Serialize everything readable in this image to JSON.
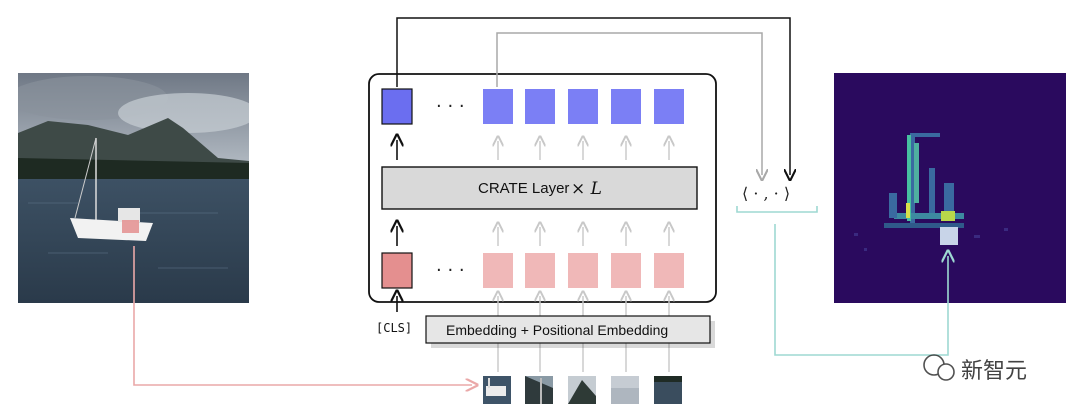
{
  "diagram": {
    "crate_label": "CRATE Layer",
    "crate_symbol": "× L",
    "embedding_label": "Embedding + Positional Embedding",
    "cls_label": "[CLS]",
    "ellipsis": "· · ·",
    "inner_product": "⟨ · , · ⟩"
  },
  "watermark": {
    "text": "新智元"
  },
  "colors": {
    "output_token": "#7b7ff5",
    "output_cls": "#6b6ef0",
    "input_token": "#f0b8b8",
    "input_cls": "#e48f8f",
    "attention_bg": "#2a0a5e",
    "pink_arrow": "#eaa8a8",
    "teal_arrow": "#9ed9d2"
  }
}
